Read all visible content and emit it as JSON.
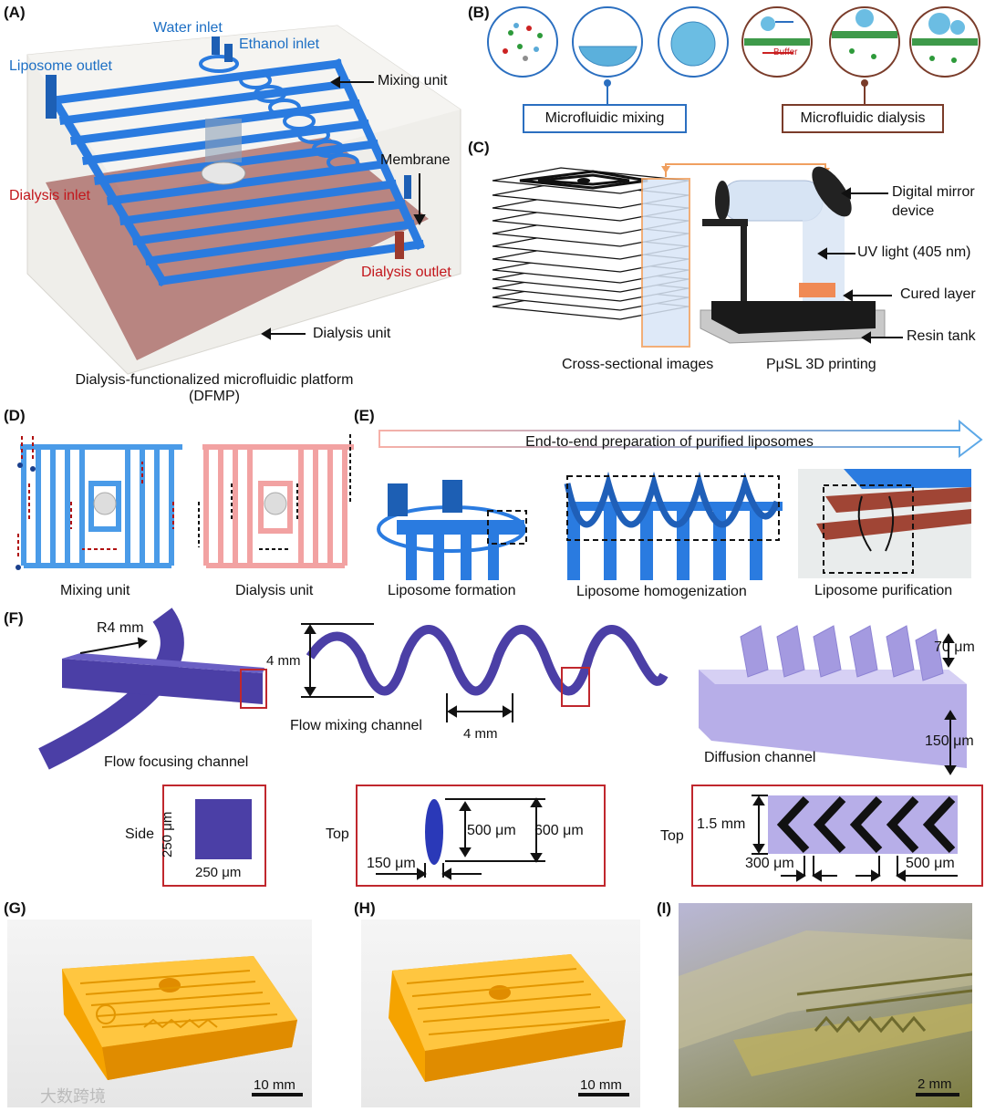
{
  "panels": {
    "A": "(A)",
    "B": "(B)",
    "C": "(C)",
    "D": "(D)",
    "E": "(E)",
    "F": "(F)",
    "G": "(G)",
    "H": "(H)",
    "I": "(I)"
  },
  "panel_a": {
    "water_inlet": "Water inlet",
    "ethanol_inlet": "Ethanol inlet",
    "liposome_outlet": "Liposome outlet",
    "mixing_unit": "Mixing unit",
    "membrane": "Membrane",
    "dialysis_inlet": "Dialysis inlet",
    "dialysis_outlet": "Dialysis outlet",
    "dialysis_unit": "Dialysis unit",
    "caption_line1": "Dialysis-functionalized microfluidic platform",
    "caption_line2": "(DFMP)"
  },
  "panel_b": {
    "buffer": "Buffer",
    "mixing": "Microfluidic mixing",
    "dialysis": "Microfluidic dialysis"
  },
  "panel_c": {
    "dmd_line1": "Digital mirror",
    "dmd_line2": "device",
    "uv": "UV light (405 nm)",
    "cured": "Cured layer",
    "resin": "Resin tank",
    "cross": "Cross-sectional images",
    "pusl": "PμSL 3D printing"
  },
  "panel_d": {
    "mixing": "Mixing unit",
    "dialysis": "Dialysis unit"
  },
  "panel_e": {
    "arrow": "End-to-end preparation of purified liposomes",
    "formation": "Liposome formation",
    "homog": "Liposome homogenization",
    "purif": "Liposome purification"
  },
  "panel_f": {
    "r4": "R4 mm",
    "focusing": "Flow focusing channel",
    "h4mm": "4 mm",
    "mixing_ch": "Flow mixing channel",
    "w4mm": "4 mm",
    "um70": "70 μm",
    "um150": "150 μm",
    "diffusion": "Diffusion channel",
    "side": "Side",
    "side_250v": "250 μm",
    "side_250h": "250 μm",
    "top1": "Top",
    "um500": "500 μm",
    "um600": "600 μm",
    "um150b": "150 μm",
    "top2": "Top",
    "mm15": "1.5 mm",
    "um300": "300 μm",
    "um500b": "500 μm"
  },
  "scalebars": {
    "g": "10 mm",
    "h": "10 mm",
    "i": "2 mm"
  },
  "watermark": "大数跨境",
  "colors": {
    "blue": "#1d6fc4",
    "red": "#c3171c",
    "purple": "#4b3fa6",
    "lilac": "#b7aee8",
    "amber": "#f5a300"
  }
}
